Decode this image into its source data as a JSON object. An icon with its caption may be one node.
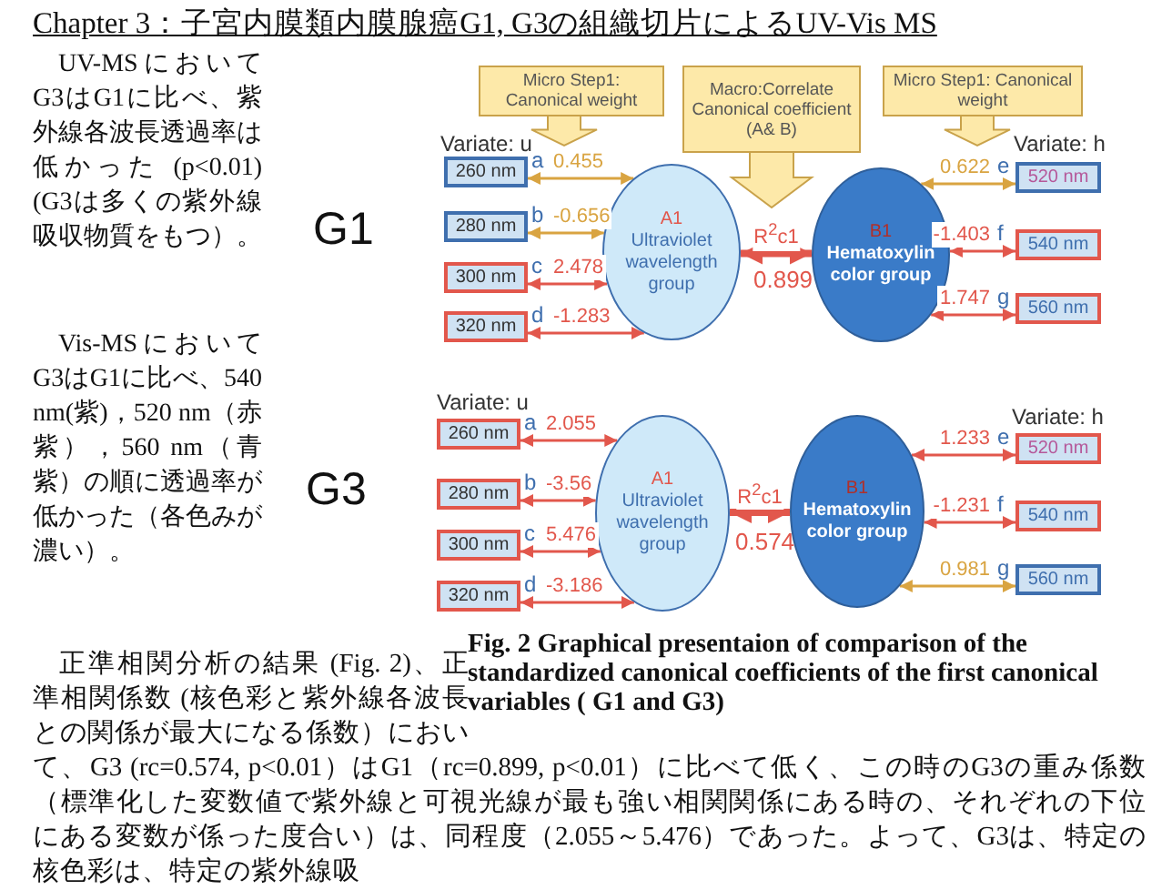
{
  "diagram": {
    "caption": "Fig. 2 Graphical presentaion of comparison of the standardized canonical coefficients of the first canonical variables ( G1 and G3)",
    "nodes": [
      {
        "text": [
          "Micro Step1: Canonical weight"
        ]
      },
      {
        "text": [
          "Macro:Correlate Canonical coefficient (A& B)"
        ]
      },
      {
        "text": [
          "Micro Step1: Canonical weight"
        ]
      },
      {
        "text": [
          "260 nm"
        ],
        "beside": [
          "a"
        ]
      },
      {
        "text": [
          "280 nm"
        ],
        "beside": [
          "b"
        ]
      },
      {
        "text": [
          "300 nm"
        ],
        "beside": [
          "c"
        ]
      },
      {
        "text": [
          "320 nm"
        ],
        "beside": [
          "d"
        ]
      },
      {
        "text": [
          "A1",
          "Ultraviolet wavelength group"
        ]
      },
      {
        "text": [
          "B1",
          "Hematoxylin color group"
        ]
      },
      {
        "text": [
          "520 nm"
        ],
        "beside": [
          "e"
        ]
      },
      {
        "text": [
          "540 nm"
        ],
        "beside": [
          "f"
        ]
      },
      {
        "text": [
          "560 nm"
        ],
        "beside": [
          "g"
        ]
      },
      {
        "text": [
          "260 nm"
        ],
        "beside": [
          "a"
        ]
      },
      {
        "text": [
          "280 nm"
        ],
        "beside": [
          "b"
        ]
      },
      {
        "text": [
          "300 nm"
        ],
        "beside": [
          "c"
        ]
      },
      {
        "text": [
          "320 nm"
        ],
        "beside": [
          "d"
        ]
      },
      {
        "text": [
          "A1",
          "Ultraviolet wavelength group"
        ]
      },
      {
        "text": [
          "B1",
          "Hematoxylin color group"
        ]
      },
      {
        "text": [
          "520 nm"
        ],
        "beside": [
          "e"
        ]
      },
      {
        "text": [
          "540 nm"
        ],
        "beside": [
          "f"
        ]
      },
      {
        "text": [
          "560 nm"
        ],
        "beside": [
          "g"
        ]
      }
    ],
    "edges": [
      {
        "from": 0,
        "to": null,
        "arrow": "to"
      },
      {
        "from": 1,
        "to": null,
        "arrow": "to"
      },
      {
        "from": 2,
        "to": null,
        "arrow": "to"
      },
      {
        "from": 3,
        "to": 7,
        "arrow": "both",
        "label": "0.455",
        "color": "#d9a441"
      },
      {
        "from": 4,
        "to": 7,
        "arrow": "both",
        "label": "-0.656",
        "color": "#d9a441"
      },
      {
        "from": 5,
        "to": 7,
        "arrow": "both",
        "label": "2.478"
      },
      {
        "from": 6,
        "to": 7,
        "arrow": "both",
        "label": "-1.283"
      },
      {
        "from": 7,
        "to": 8,
        "arrow": "both",
        "label": "R$^{2}$c1",
        "style": "thick"
      },
      {
        "from": 8,
        "to": 9,
        "arrow": "both",
        "label": "0.622",
        "color": "#d9a441"
      },
      {
        "from": 8,
        "to": 10,
        "arrow": "both",
        "label": "-1.403"
      },
      {
        "from": 8,
        "to": 11,
        "arrow": "both",
        "label": "1.747"
      },
      {
        "from": 12,
        "to": 16,
        "arrow": "both",
        "label": "2.055"
      },
      {
        "from": 13,
        "to": 16,
        "arrow": "both",
        "label": "-3.56"
      },
      {
        "from": 14,
        "to": 16,
        "arrow": "both",
        "label": "5.476"
      },
      {
        "from": 15,
        "to": 16,
        "arrow": "both",
        "label": "-3.186"
      },
      {
        "from": 16,
        "to": 17,
        "arrow": "both",
        "label": "R$^{2}$c1",
        "style": "thick"
      },
      {
        "from": 17,
        "to": 18,
        "arrow": "both",
        "label": "1.233"
      },
      {
        "from": 17,
        "to": 19,
        "arrow": "both",
        "label": "-1.231"
      },
      {
        "from": 17,
        "to": 20,
        "arrow": "both",
        "label": "0.981",
        "color": "#d9a441"
      }
    ],
    "labels": [
      "Chapter 3：子宮内膜類内膜腺癌G1, G3の組織切片によるUV-Vis MS",
      "UV-MSにおいてG3はG1に比べ、紫外線各波長透過率は低かった (p<0.01) (G3は多くの紫外線吸収物質をもつ）。",
      "Vis-MSにおいてG3はG1に比べ、540 nm(紫)，520 nm（赤紫），560 nm（青紫）の順に透過率が低かった（各色みが濃い）。",
      "G1",
      "Variate: u",
      "Variate: h",
      "0.899",
      "G3",
      "Variate: u",
      "Variate: h",
      "0.574",
      "正準相関分析の結果 (Fig. 2)、正準相関係数 (核色彩と紫外線各波長との関係が最大になる係数）において、G3 (rc=0.574, p<0.01）はG1（rc=0.899, p<0.01）に比べて低く、この時のG3の重み係数（標準化した変数値で紫外線と可視光線が最も強い相関関係にある時の、それぞれの下位にある変数が係った度合い）は、同程度（2.055～5.476）であった。よって、G3は、特定の核色彩は、特定の紫外線吸"
    ]
  }
}
